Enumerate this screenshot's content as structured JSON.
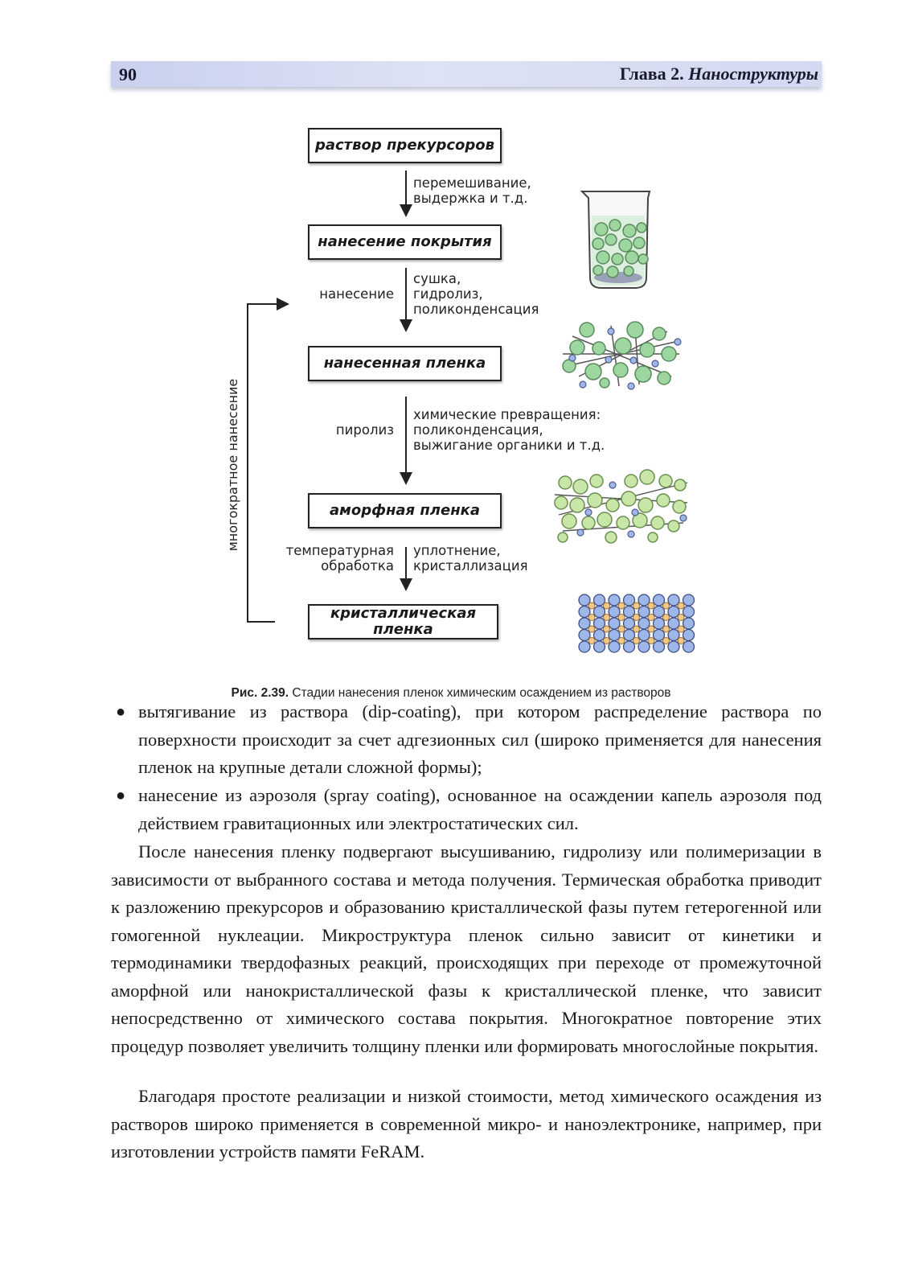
{
  "header": {
    "page_number": "90",
    "chapter_label": "Глава 2.",
    "chapter_title": "Наноструктуры"
  },
  "figure": {
    "stages": [
      "раствор прекурсоров",
      "нанесение покрытия",
      "нанесенная пленка",
      "аморфная пленка",
      "кристаллическая пленка"
    ],
    "step1_right": "перемешивание,\nвыдержка и т.д.",
    "step2_left": "нанесение",
    "step2_right": "сушка,\nгидролиз,\nполиконденсация",
    "step3_left": "пиролиз",
    "step3_right": "химические превращения:\nполиконденсация,\nвыжигание органики и т.д.",
    "step4_left": "температурная\nобработка",
    "step4_right": "уплотнение,\nкристаллизация",
    "loop_label": "многократное нанесение",
    "caption_number": "Рис. 2.39.",
    "caption_text": "Стадии нанесения пленок химическим осаждением из растворов"
  },
  "body": {
    "bullets": [
      "вытягивание из раствора (dip-coating), при котором распределение раствора по поверхности происходит за счет адгезионных сил (широко применяется для нанесения пленок на крупные детали сложной формы);",
      "нанесение из аэрозоля (spray coating), основанное на осаждении капель аэрозоля под действием гравитационных или электростатических сил."
    ],
    "paragraph1": "После нанесения пленку подвергают высушиванию, гидролизу или полимеризации в зависимости от выбранного состава и метода получения. Термическая обработка приводит к разложению прекурсоров и образованию кристаллической фазы путем гетерогенной или гомогенной нуклеации. Микроструктура пленок сильно зависит от кинетики и термодинамики твердофазных реакций, происходящих при переходе от промежуточной аморфной или нанокристаллической фазы к кристаллической пленке, что зависит непосредственно от химического состава покрытия. Многократное повторение этих процедур позволяет увеличить толщину пленки или формировать многослойные покрытия.",
    "paragraph2": "Благодаря простоте реализации и низкой стоимости, метод химического осаждения из растворов широко применяется в современной микро- и наноэлектронике, например, при изготовлении устройств памяти FeRAM."
  },
  "colors": {
    "header_band": "#d3d9f1",
    "sphere_green": "#9ed6a0",
    "sphere_orange": "#f3c98a",
    "sphere_blue": "#9fb6e8"
  }
}
